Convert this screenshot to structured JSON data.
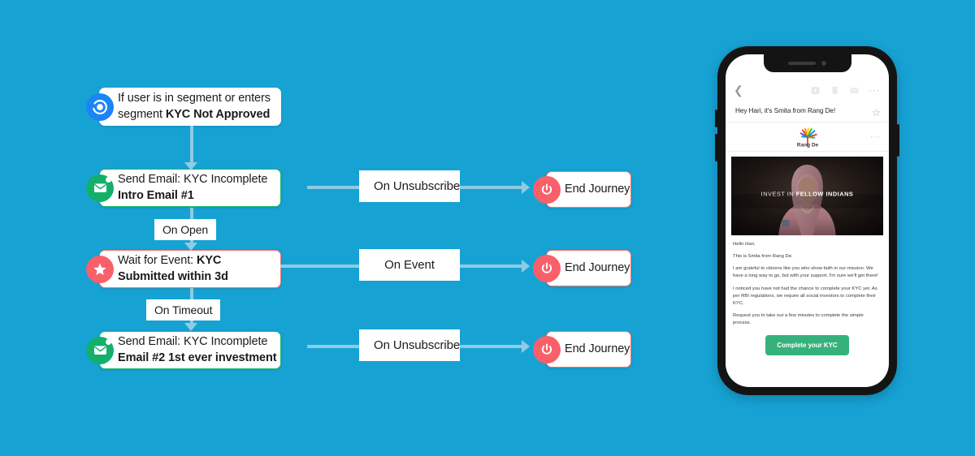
{
  "background_color": "#17a2d4",
  "flow": {
    "nodes": [
      {
        "id": "trigger",
        "icon": "segment-circle-icon",
        "icon_color": "#1b84f7",
        "border_color": "#ffffff",
        "line1": "If user is in segment or enters",
        "line2_prefix": "segment ",
        "line2_bold": "KYC Not Approved"
      },
      {
        "id": "email-1",
        "icon": "envelope-icon",
        "icon_color": "#12b06a",
        "border_color": "#1cb96b",
        "line1": "Send Email: KYC Incomplete",
        "line2_prefix": "",
        "line2_bold": "Intro Email #1"
      },
      {
        "id": "wait-event",
        "icon": "star-icon",
        "icon_color": "#f9606a",
        "border_color": "#f4766f",
        "line1_prefix": "Wait for Event: ",
        "line1_bold": "KYC",
        "line2_bold": "Submitted within 3d"
      },
      {
        "id": "email-2",
        "icon": "envelope-icon",
        "icon_color": "#12b06a",
        "border_color": "#1cb96b",
        "line1": "Send Email: KYC Incomplete",
        "line2_prefix": "",
        "line2_bold": "Email #2 1st ever investment"
      }
    ],
    "vertical_labels": [
      {
        "id": "on-open",
        "label": "On Open"
      },
      {
        "id": "on-timeout",
        "label": "On Timeout"
      }
    ],
    "branches": [
      {
        "id": "branch-1",
        "label": "On Unsubscribe",
        "end_label": "End Journey"
      },
      {
        "id": "branch-2",
        "label": "On Event",
        "end_label": "End Journey"
      },
      {
        "id": "branch-3",
        "label": "On Unsubscribe",
        "end_label": "End Journey"
      }
    ],
    "end_icon": "power-icon",
    "end_icon_color": "#f9606a",
    "connector_color": "#8ecce3"
  },
  "phone": {
    "mail_toolbar": {
      "back_icon": "chevron-left-icon",
      "archive_icon": "archive-icon",
      "delete_icon": "trash-icon",
      "mail_icon": "envelope-icon",
      "more_icon": "more-horizontal-icon",
      "more_glyph": "···"
    },
    "subject": "Hey Hari, it's Smita from Rang De!",
    "star_icon": "star-outline-icon",
    "brand": {
      "name": "Rang De",
      "logo_icon": "rangde-burst-logo",
      "more_glyph": "···"
    },
    "hero": {
      "overlay_prefix": "INVEST IN ",
      "overlay_bold": "FELLOW INDIANS",
      "alt": "woman-in-pink-sari-photo"
    },
    "body_paragraphs": [
      "Hello Hari,",
      "This is Smita from Rang De.",
      "I am grateful to citizens like you who show faith in our mission. We have a long way to go, but with your support, I'm sure we'll get there!",
      "I noticed you have not had the chance to complete your KYC yet. As per RBI regulations, we require all social investors to complete their KYC.",
      "Request you to take out a few minutes to complete the simple process."
    ],
    "cta_label": "Complete your KYC",
    "cta_color": "#35b27c"
  }
}
